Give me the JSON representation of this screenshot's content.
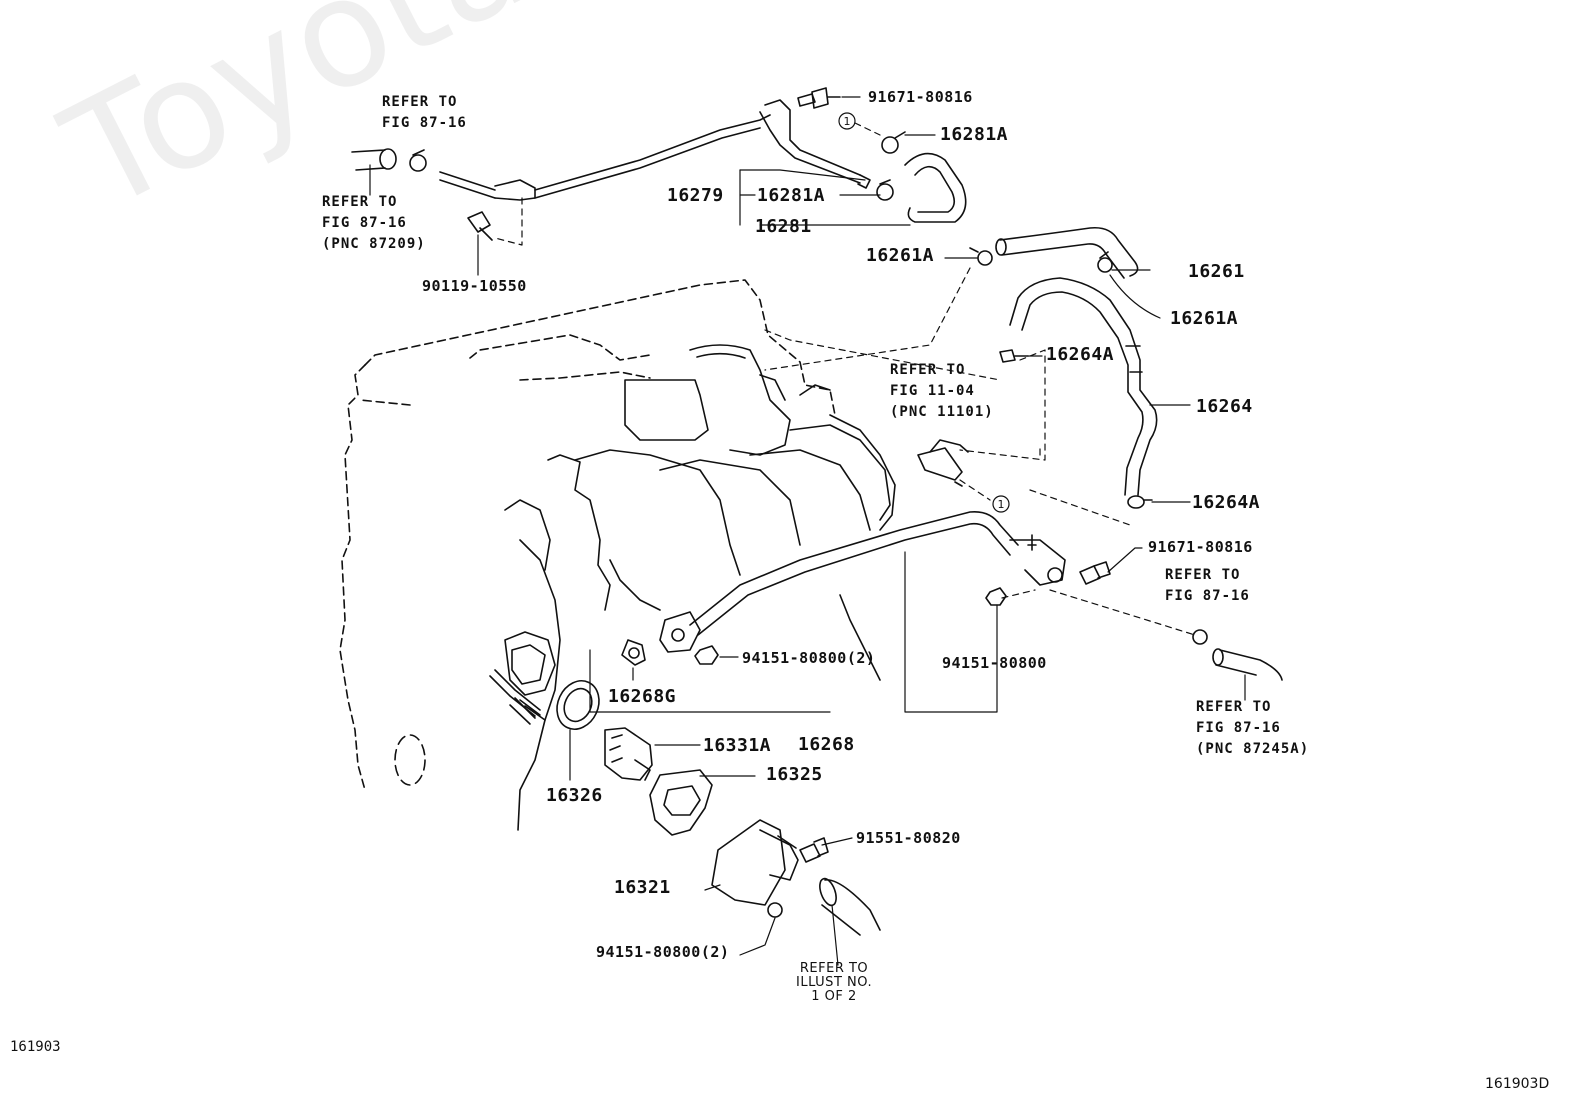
{
  "watermark": "ToyotaCarWire.ru",
  "footer": {
    "left_code": "161903",
    "right_code": "161903D"
  },
  "labels": {
    "p91671_top": "91671-80816",
    "p16281A_top": "16281A",
    "p16279": "16279",
    "p16281A_mid": "16281A",
    "p16281": "16281",
    "p16261A_left": "16261A",
    "p16261": "16261",
    "p16261A_right": "16261A",
    "p16264A_top": "16264A",
    "p16264": "16264",
    "p16264A_bottom": "16264A",
    "p91671_mid": "91671-80816",
    "p94151_right": "94151-80800",
    "p94151_mid": "94151-80800(2)",
    "p16268G": "16268G",
    "p16268": "16268",
    "p16331A": "16331A",
    "p16325": "16325",
    "p16326": "16326",
    "p91551": "91551-80820",
    "p16321": "16321",
    "p94151_bottom": "94151-80800(2)",
    "p90119": "90119-10550"
  },
  "refs": {
    "ref_top_a": "REFER TO\nFIG 87-16",
    "ref_top_b": "REFER TO\nFIG 87-16\n(PNC 87209)",
    "ref_mid": "REFER TO\nFIG 11-04\n(PNC 11101)",
    "ref_right_a": "REFER TO\nFIG 87-16",
    "ref_right_b": "REFER TO\nFIG 87-16\n(PNC 87245A)",
    "ref_bottom": "REFER TO\nILLUST NO.\n1 OF 2"
  },
  "markers": {
    "circle_1_top": "1",
    "circle_1_mid": "1"
  },
  "colors": {
    "ink": "#111111",
    "background": "#ffffff"
  }
}
